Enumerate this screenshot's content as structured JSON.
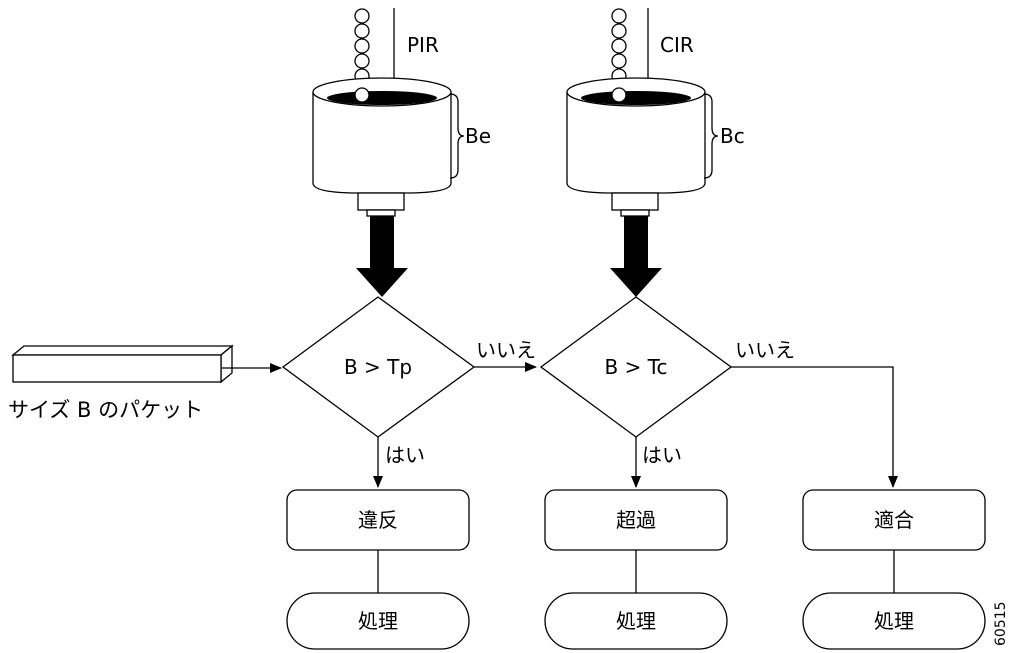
{
  "buckets": {
    "peak": {
      "rate_label": "PIR",
      "size_label": "Be"
    },
    "committed": {
      "rate_label": "CIR",
      "size_label": "Bc"
    }
  },
  "packet": {
    "label": "サイズ B のパケット"
  },
  "decisions": {
    "peak": {
      "label": "B > Tp"
    },
    "committed": {
      "label": "B > Tc"
    }
  },
  "edges": {
    "no_label": "いいえ",
    "yes_label": "はい"
  },
  "outcomes": {
    "violate": {
      "label": "違反",
      "action": "処理"
    },
    "exceed": {
      "label": "超過",
      "action": "処理"
    },
    "conform": {
      "label": "適合",
      "action": "処理"
    }
  },
  "figure_id": "60515"
}
